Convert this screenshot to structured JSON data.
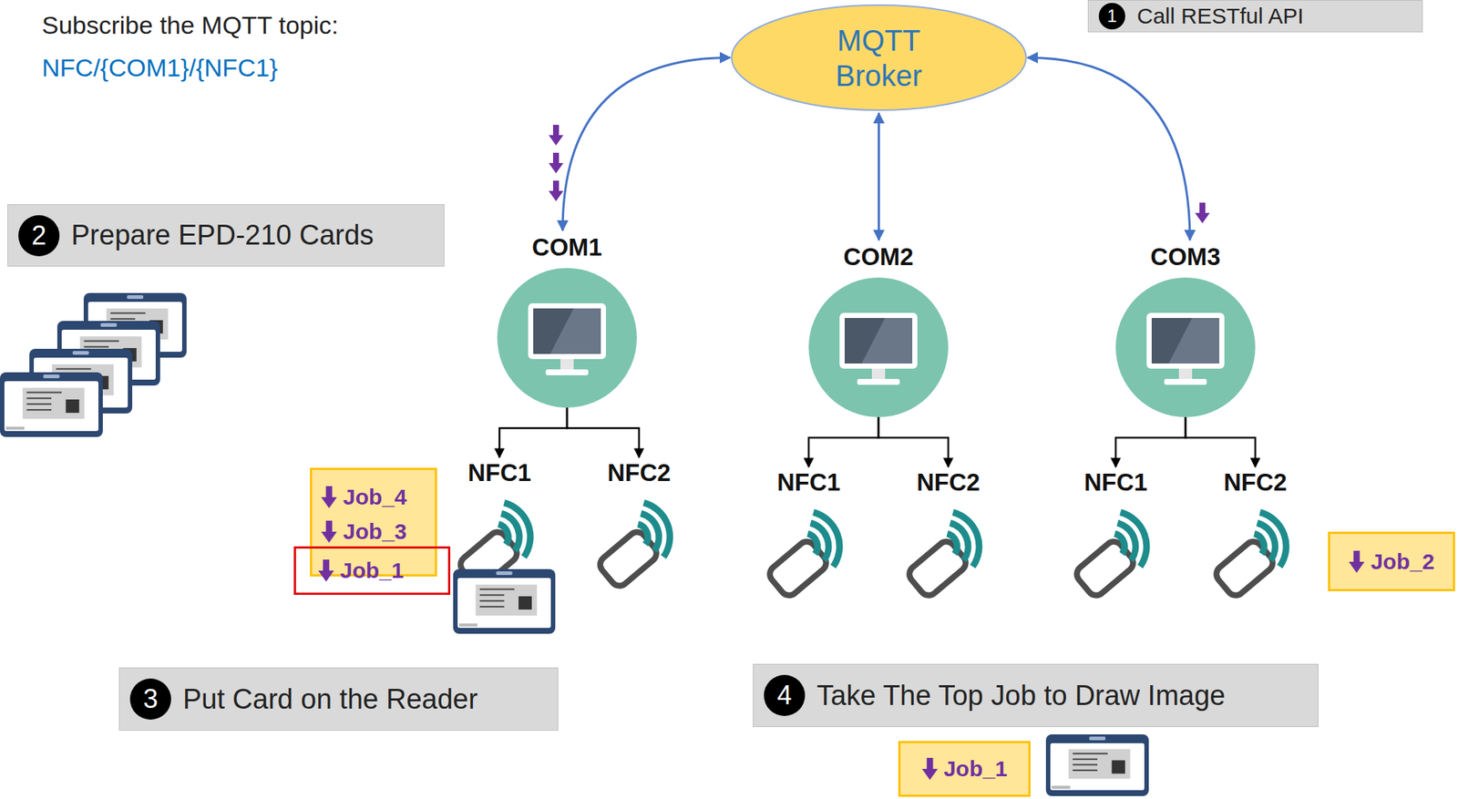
{
  "diagram": {
    "nodes": [
      {
        "text": [
          "1",
          "Call RESTful API"
        ]
      },
      {
        "text": [
          "MQTT Broker"
        ]
      },
      {
        "text": [
          "2",
          "Prepare EPD-210 Cards"
        ]
      },
      {
        "text": [
          "COM1"
        ]
      },
      {
        "text": [
          "COM2"
        ]
      },
      {
        "text": [
          "COM3"
        ]
      },
      {
        "text": [
          "NFC1"
        ]
      },
      {
        "text": [
          "NFC2"
        ]
      },
      {
        "text": [
          "NFC1"
        ]
      },
      {
        "text": [
          "NFC2"
        ]
      },
      {
        "text": [
          "NFC1"
        ]
      },
      {
        "text": [
          "NFC2"
        ]
      },
      {
        "text": [
          "Job_4",
          "Job_3"
        ]
      },
      {
        "text": [
          "Job_1"
        ],
        "in": 12
      },
      {
        "text": [
          "Job_2"
        ]
      },
      {
        "text": [
          "3",
          "Put Card on the Reader"
        ]
      },
      {
        "text": [
          "4",
          "Take The Top Job to Draw Image"
        ]
      },
      {
        "text": [
          "Job_1"
        ]
      }
    ],
    "edges": [
      {
        "from": 1,
        "to": 3,
        "arrow": "both"
      },
      {
        "from": 1,
        "to": 4,
        "arrow": "both"
      },
      {
        "from": 1,
        "to": 5,
        "arrow": "both"
      },
      {
        "from": 3,
        "to": 6,
        "arrow": "to"
      },
      {
        "from": 3,
        "to": 7,
        "arrow": "to"
      },
      {
        "from": 4,
        "to": 8,
        "arrow": "to"
      },
      {
        "from": 4,
        "to": 9,
        "arrow": "to"
      },
      {
        "from": 5,
        "to": 10,
        "arrow": "to"
      },
      {
        "from": 5,
        "to": 11,
        "arrow": "to"
      }
    ],
    "labels": [
      "Subscribe the MQTT topic:",
      "NFC/{COM1}/{NFC1}"
    ]
  }
}
